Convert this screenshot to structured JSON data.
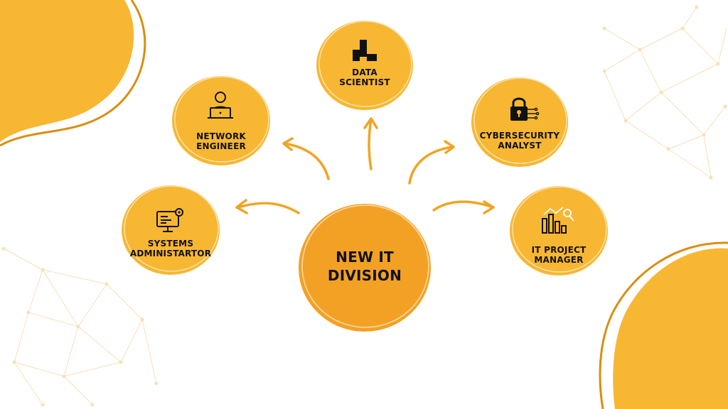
{
  "diagram": {
    "center": {
      "label_line1": "NEW IT",
      "label_line2": "DIVISION"
    },
    "nodes": [
      {
        "id": "systems",
        "line1": "SYSTEMS",
        "line2": "ADMINISTARTOR",
        "icon": "computer-gear-icon"
      },
      {
        "id": "network",
        "line1": "NETWORK",
        "line2": "ENGINEER",
        "icon": "person-laptop-icon"
      },
      {
        "id": "data",
        "line1": "DATA",
        "line2": "SCIENTIST",
        "icon": "bar-blocks-icon"
      },
      {
        "id": "cyber",
        "line1": "CYBERSECURITY",
        "line2": "ANALYST",
        "icon": "padlock-circuit-icon"
      },
      {
        "id": "pm",
        "line1": "IT PROJECT",
        "line2": "MANAGER",
        "icon": "chart-magnifier-icon"
      }
    ]
  },
  "colors": {
    "node_fill": "#f7b733",
    "center_fill": "#f3a124",
    "blob_fill": "#f7b733",
    "blob_outline": "#d98e10",
    "arrow": "#f0a424",
    "network_lines": "#f5d39a",
    "text": "#111111"
  }
}
